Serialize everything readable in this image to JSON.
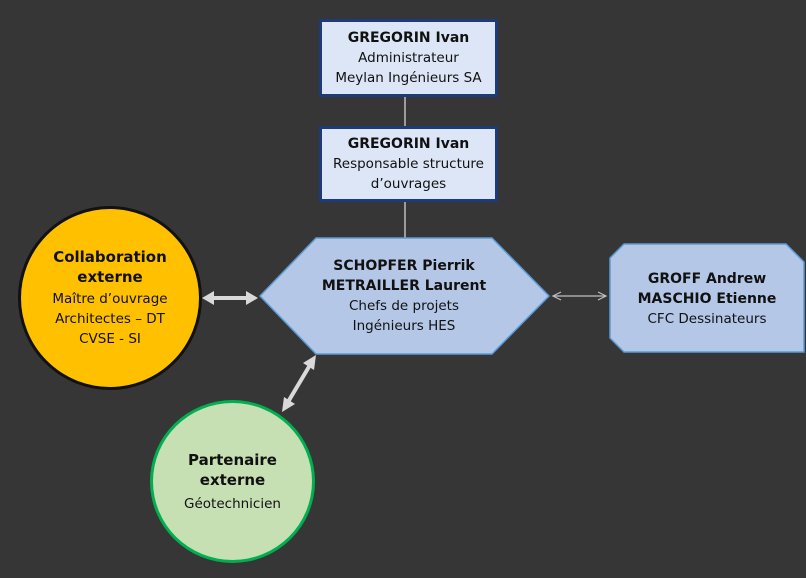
{
  "admin": {
    "name": "GREGORIN Ivan",
    "role": "Administrateur",
    "company": "Meylan Ingénieurs SA"
  },
  "resp": {
    "name": "GREGORIN Ivan",
    "role_line1": "Responsable structure",
    "role_line2": "d’ouvrages"
  },
  "chefs": {
    "name1": "SCHOPFER Pierrik",
    "name2": "METRAILLER Laurent",
    "role1": "Chefs de projets",
    "role2": "Ingénieurs HES"
  },
  "dessinateurs": {
    "name1": "GROFF Andrew",
    "name2": "MASCHIO Etienne",
    "role": "CFC Dessinateurs"
  },
  "collab": {
    "title1": "Collaboration",
    "title2": "externe",
    "item1": "Maître d’ouvrage",
    "item2": "Architectes – DT",
    "item3": "CVSE - SI"
  },
  "partenaire": {
    "title1": "Partenaire",
    "title2": "externe",
    "item1": "Géotechnicien"
  },
  "colors": {
    "background": "#363636",
    "box_fill": "#dce6f6",
    "box_border": "#1f3a78",
    "hex_fill": "#b4c7e7",
    "hex_border": "#5b9bd5",
    "collab_fill": "#ffc000",
    "partenaire_fill": "#c6e0b4",
    "partenaire_border": "#00b050"
  }
}
